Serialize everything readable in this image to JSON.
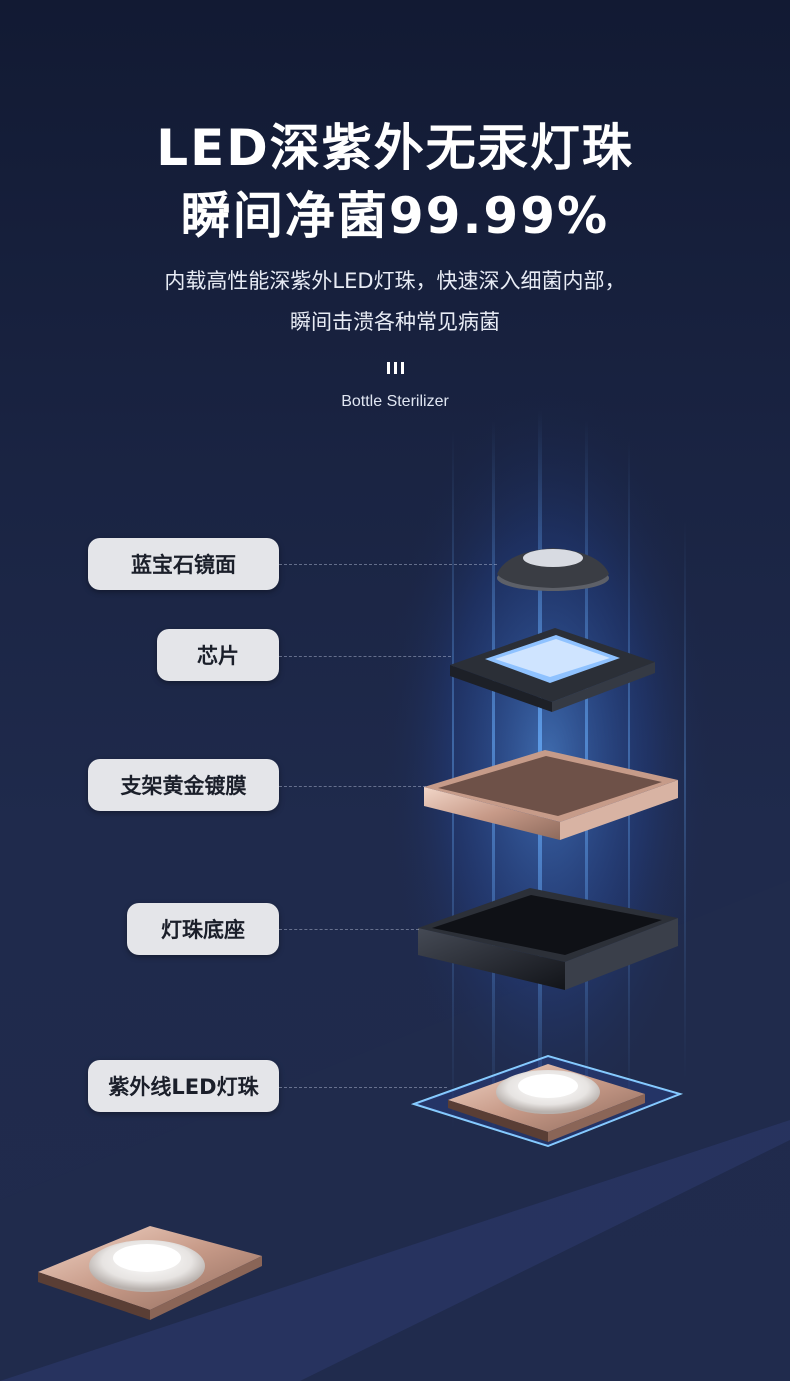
{
  "header": {
    "title_line1": "LED深紫外无汞灯珠",
    "title_line2": "瞬间净菌99.99%",
    "desc_line1": "内载高性能深紫外LED灯珠，快速深入细菌内部，",
    "desc_line2": "瞬间击溃各种常见病菌",
    "brand": "Bottle Sterilizer"
  },
  "labels": {
    "sapphire": "蓝宝石镜面",
    "chip": "芯片",
    "bracket": "支架黄金镀膜",
    "base": "灯珠底座",
    "led": "紫外线LED灯珠"
  },
  "colors": {
    "background": "#1a2443",
    "label_bg": "#e4e5e9",
    "glow": "#3b7bff"
  }
}
